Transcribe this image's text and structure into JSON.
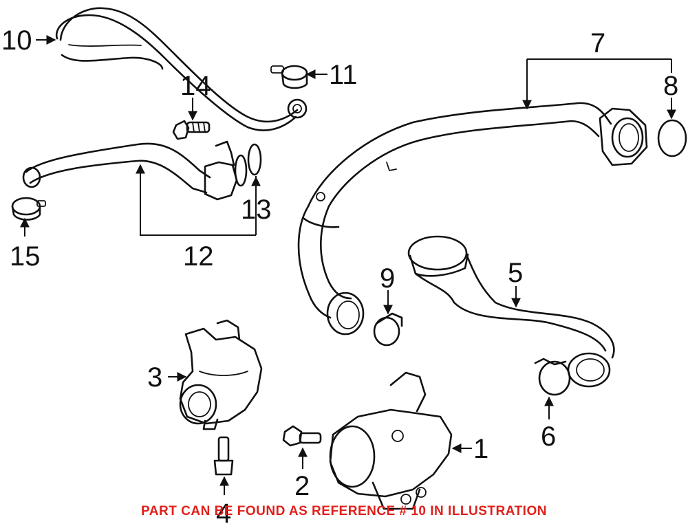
{
  "callouts": {
    "c1": "1",
    "c2": "2",
    "c3": "3",
    "c4": "4",
    "c5": "5",
    "c6": "6",
    "c7": "7",
    "c8": "8",
    "c9": "9",
    "c10": "10",
    "c11": "11",
    "c12": "12",
    "c13": "13",
    "c14": "14",
    "c15": "15"
  },
  "footer_note": "PART CAN BE FOUND AS REFERENCE # 10 IN ILLUSTRATION",
  "colors": {
    "line": "#111111",
    "note": "#e0201b",
    "background": "#ffffff"
  }
}
